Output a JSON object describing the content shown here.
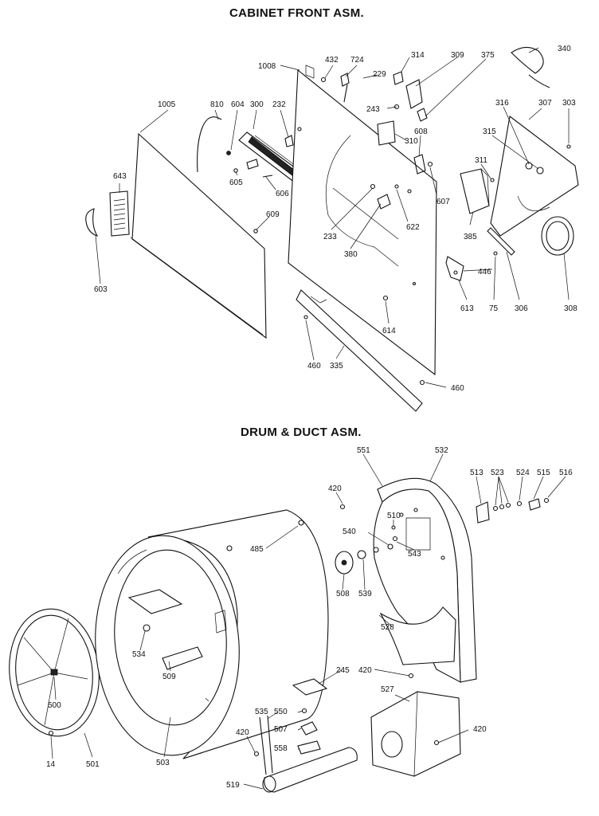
{
  "titles": {
    "cabinet": "CABINET FRONT ASM.",
    "drum": "DRUM & DUCT ASM."
  },
  "labels": [
    {
      "id": "1008",
      "text": "1008"
    },
    {
      "id": "432",
      "text": "432"
    },
    {
      "id": "724",
      "text": "724"
    },
    {
      "id": "314",
      "text": "314"
    },
    {
      "id": "309",
      "text": "309"
    },
    {
      "id": "375",
      "text": "375"
    },
    {
      "id": "340",
      "text": "340"
    },
    {
      "id": "229",
      "text": "229"
    },
    {
      "id": "1005",
      "text": "1005"
    },
    {
      "id": "810",
      "text": "810"
    },
    {
      "id": "604",
      "text": "604"
    },
    {
      "id": "300",
      "text": "300"
    },
    {
      "id": "232",
      "text": "232"
    },
    {
      "id": "243",
      "text": "243"
    },
    {
      "id": "316",
      "text": "316"
    },
    {
      "id": "307",
      "text": "307"
    },
    {
      "id": "303",
      "text": "303"
    },
    {
      "id": "310",
      "text": "310"
    },
    {
      "id": "608",
      "text": "608"
    },
    {
      "id": "315",
      "text": "315"
    },
    {
      "id": "643",
      "text": "643"
    },
    {
      "id": "311",
      "text": "311"
    },
    {
      "id": "605",
      "text": "605"
    },
    {
      "id": "606",
      "text": "606"
    },
    {
      "id": "607",
      "text": "607"
    },
    {
      "id": "609",
      "text": "609"
    },
    {
      "id": "622",
      "text": "622"
    },
    {
      "id": "233",
      "text": "233"
    },
    {
      "id": "385",
      "text": "385"
    },
    {
      "id": "380",
      "text": "380"
    },
    {
      "id": "446",
      "text": "446"
    },
    {
      "id": "603",
      "text": "603"
    },
    {
      "id": "613",
      "text": "613"
    },
    {
      "id": "75",
      "text": "75"
    },
    {
      "id": "306",
      "text": "306"
    },
    {
      "id": "308",
      "text": "308"
    },
    {
      "id": "614",
      "text": "614"
    },
    {
      "id": "460a",
      "text": "460"
    },
    {
      "id": "335",
      "text": "335"
    },
    {
      "id": "460b",
      "text": "460"
    },
    {
      "id": "551",
      "text": "551"
    },
    {
      "id": "532",
      "text": "532"
    },
    {
      "id": "513",
      "text": "513"
    },
    {
      "id": "523",
      "text": "523"
    },
    {
      "id": "524",
      "text": "524"
    },
    {
      "id": "515",
      "text": "515"
    },
    {
      "id": "516",
      "text": "516"
    },
    {
      "id": "420a",
      "text": "420"
    },
    {
      "id": "510",
      "text": "510"
    },
    {
      "id": "540",
      "text": "540"
    },
    {
      "id": "485",
      "text": "485"
    },
    {
      "id": "543",
      "text": "543"
    },
    {
      "id": "508",
      "text": "508"
    },
    {
      "id": "539",
      "text": "539"
    },
    {
      "id": "528",
      "text": "528"
    },
    {
      "id": "534",
      "text": "534"
    },
    {
      "id": "509",
      "text": "509"
    },
    {
      "id": "245",
      "text": "245"
    },
    {
      "id": "420b",
      "text": "420"
    },
    {
      "id": "527",
      "text": "527"
    },
    {
      "id": "500",
      "text": "500"
    },
    {
      "id": "535",
      "text": "535"
    },
    {
      "id": "550",
      "text": "550"
    },
    {
      "id": "507",
      "text": "507"
    },
    {
      "id": "420c",
      "text": "420"
    },
    {
      "id": "420d",
      "text": "420"
    },
    {
      "id": "558",
      "text": "558"
    },
    {
      "id": "14",
      "text": "14"
    },
    {
      "id": "501",
      "text": "501"
    },
    {
      "id": "503",
      "text": "503"
    },
    {
      "id": "519",
      "text": "519"
    }
  ]
}
